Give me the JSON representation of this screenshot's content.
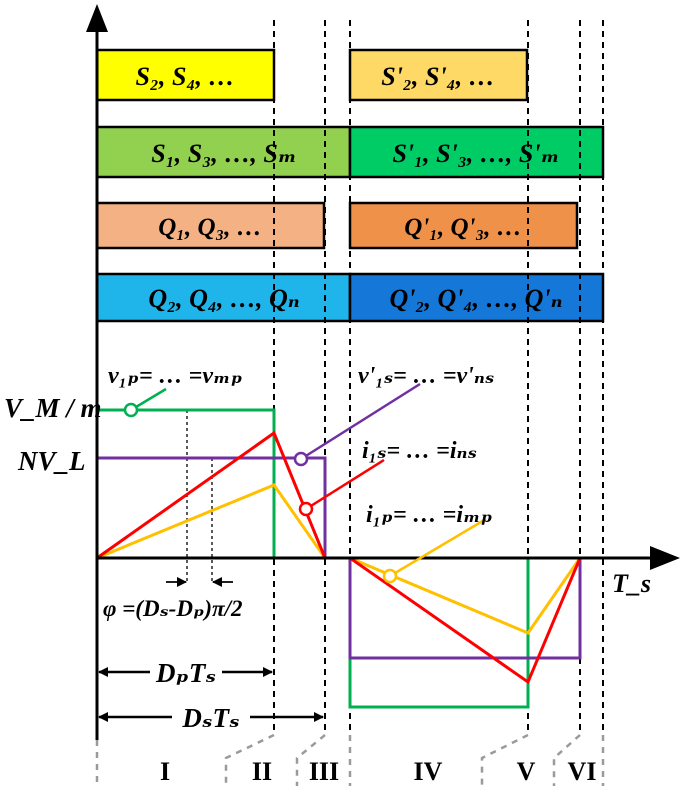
{
  "switch_bars": [
    {
      "label": "S₂, S₄, …",
      "color": "#ffff00"
    },
    {
      "label": "S'₂, S'₄, …",
      "color": "#ffd966"
    },
    {
      "label": "S₁, S₃, …, Sₘ",
      "color": "#92d050"
    },
    {
      "label": "S'₁, S'₃, …, S'ₘ",
      "color": "#00cc66"
    },
    {
      "label": "Q₁, Q₃, …",
      "color": "#f4b183"
    },
    {
      "label": "Q'₁, Q'₃, …",
      "color": "#f0914a"
    },
    {
      "label": "Q₂, Q₄, …, Qₙ",
      "color": "#1fb4ea"
    },
    {
      "label": "Q'₂, Q'₄, …, Q'ₙ",
      "color": "#1577d8"
    }
  ],
  "axis": {
    "y_label_vm": "V_M / m",
    "y_label_nvl": "NV_L",
    "x_label": "T_s"
  },
  "curve_labels": {
    "v1p": "v₁ₚ= … =vₘₚ",
    "v1s": "v'₁ₛ= … =v'ₙₛ",
    "i1s": "i₁ₛ= … =iₙₛ",
    "i1p": "i₁ₚ= … =iₘₚ"
  },
  "annotations": {
    "phi": "φ =(Dₛ-Dₚ)π/2",
    "dp": "DₚTₛ",
    "ds": "DₛTₛ"
  },
  "intervals": [
    "I",
    "II",
    "III",
    "IV",
    "V",
    "VI"
  ],
  "colors": {
    "v1p": "#00b050",
    "v1s": "#7030a0",
    "i1s": "#ff0000",
    "i1p": "#ffc000"
  }
}
